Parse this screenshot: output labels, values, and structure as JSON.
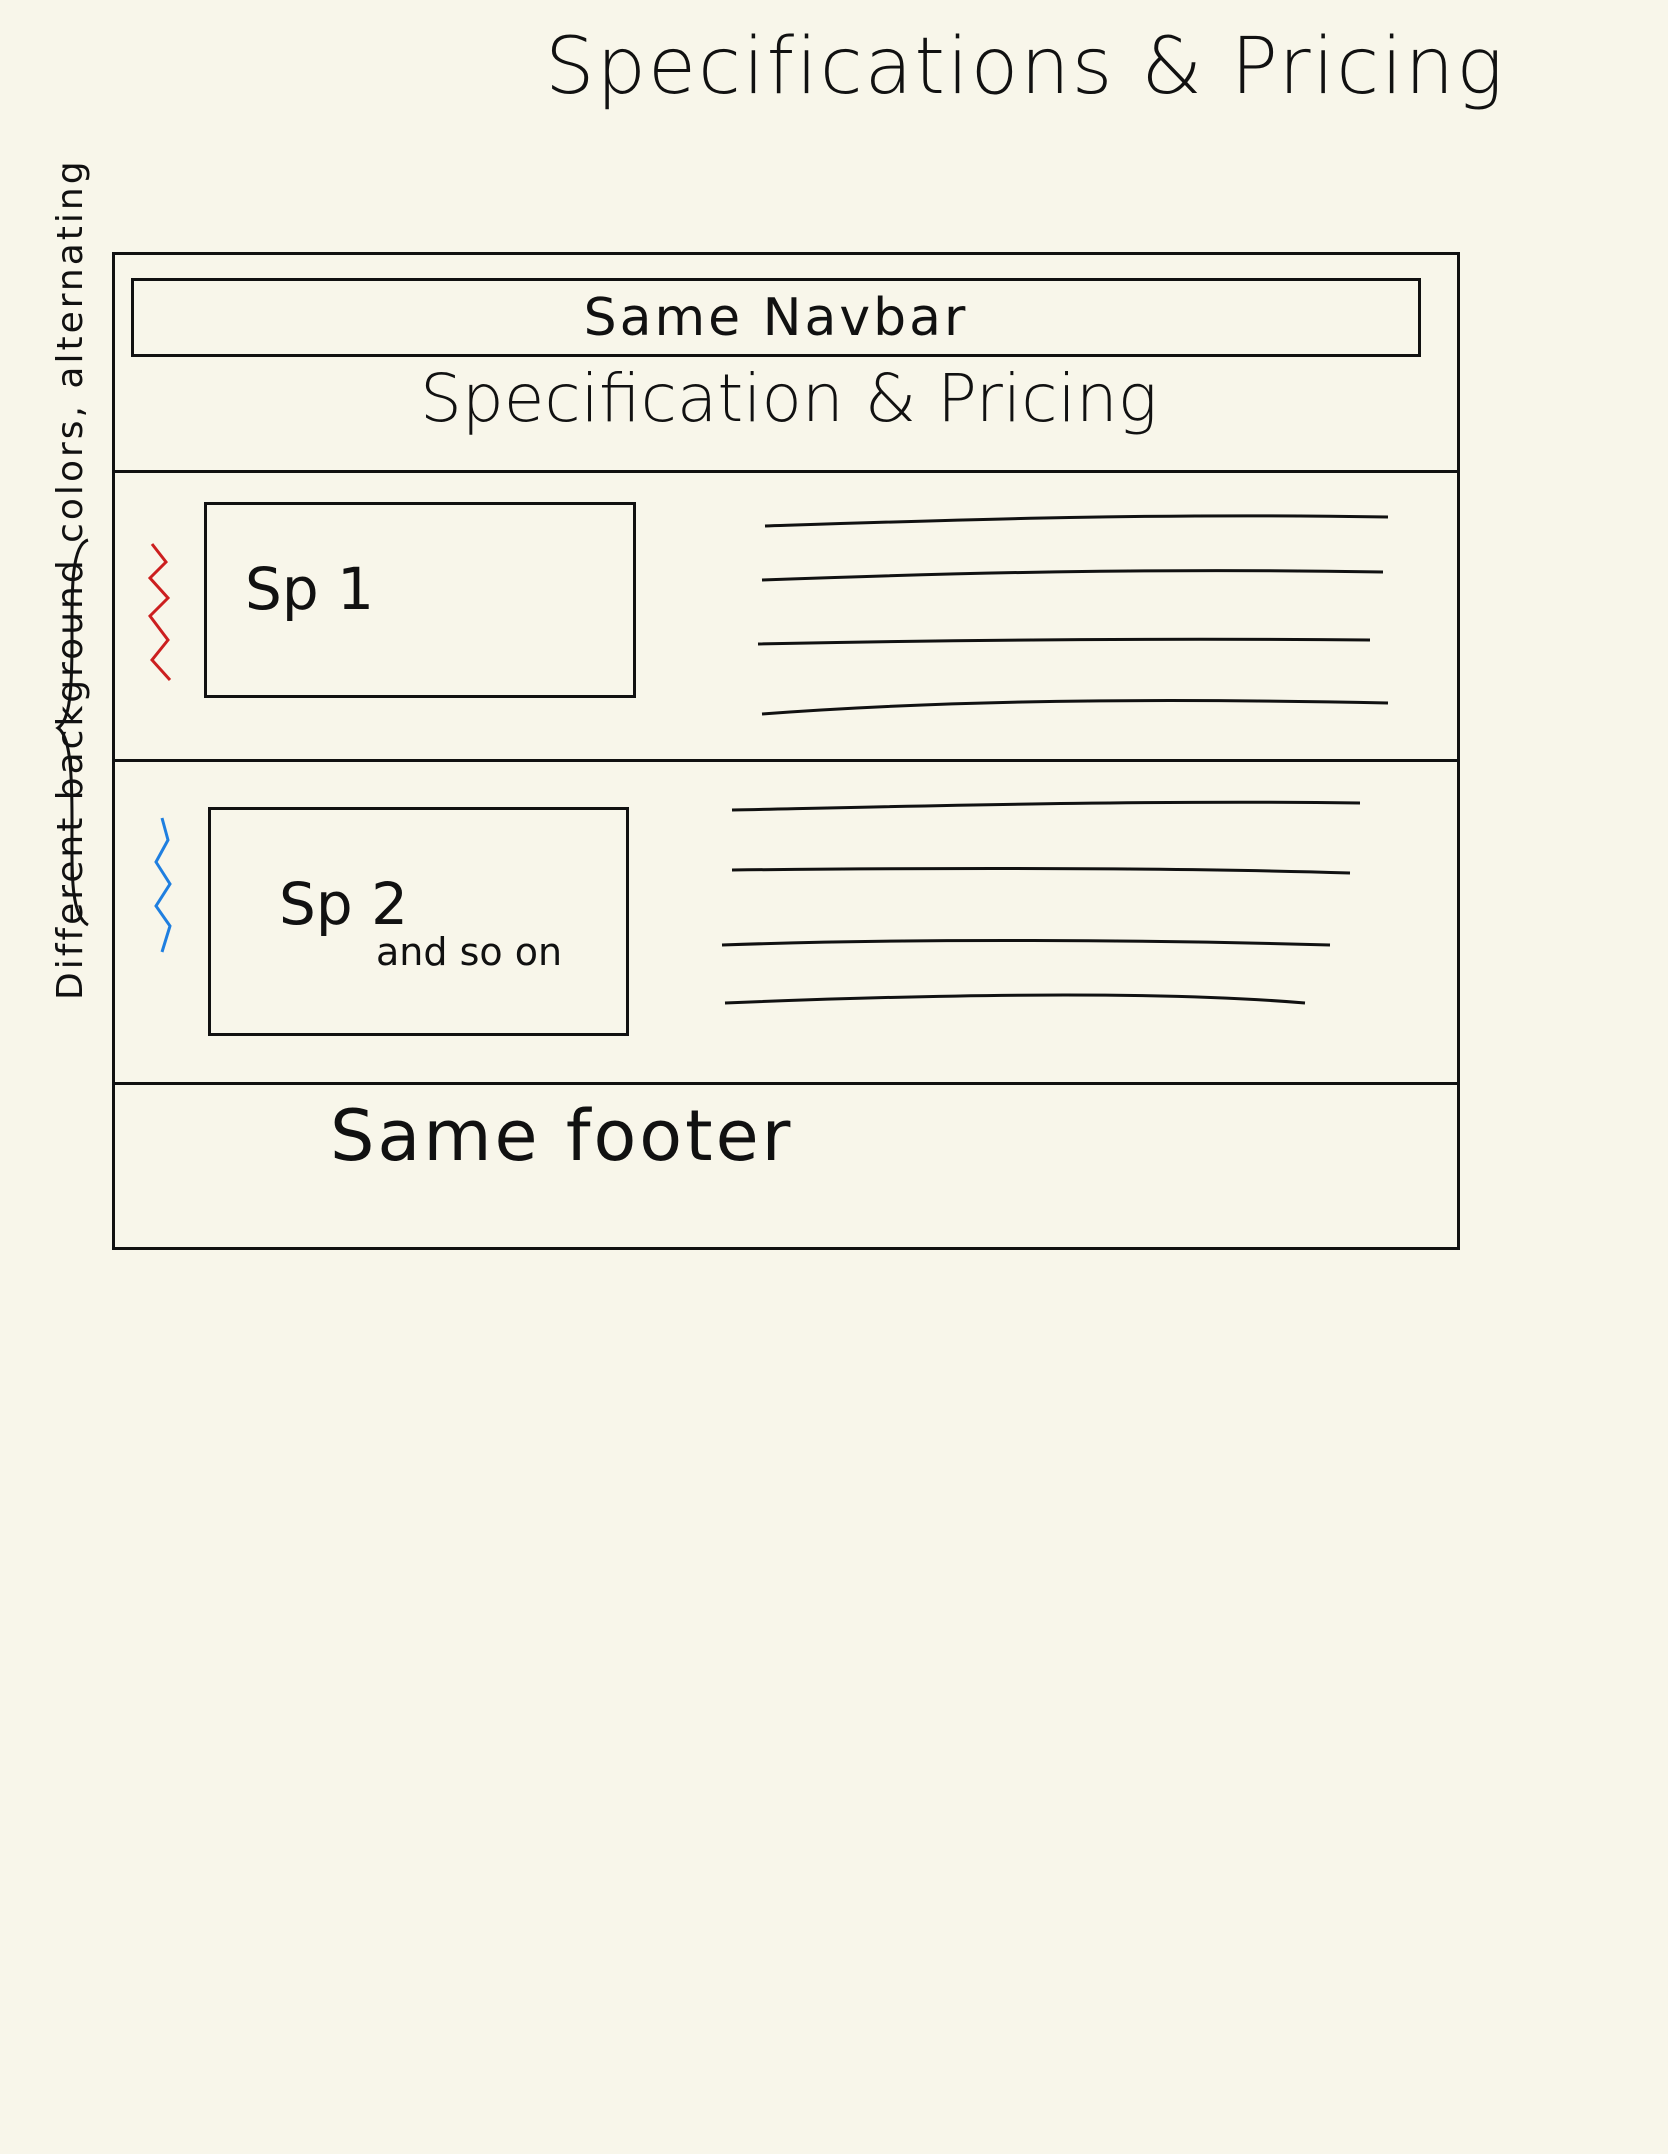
{
  "title": "Specifications & Pricing",
  "side_note": "Different background colors, alternating",
  "wireframe": {
    "navbar_label": "Same Navbar",
    "section_heading": "Specification & Pricing",
    "sections": [
      {
        "label": "Sp 1",
        "sub": "",
        "marker_color": "#cc1f1f"
      },
      {
        "label": "Sp 2",
        "sub": "and so on",
        "marker_color": "#1f7fe0"
      }
    ],
    "footer_label": "Same footer"
  }
}
